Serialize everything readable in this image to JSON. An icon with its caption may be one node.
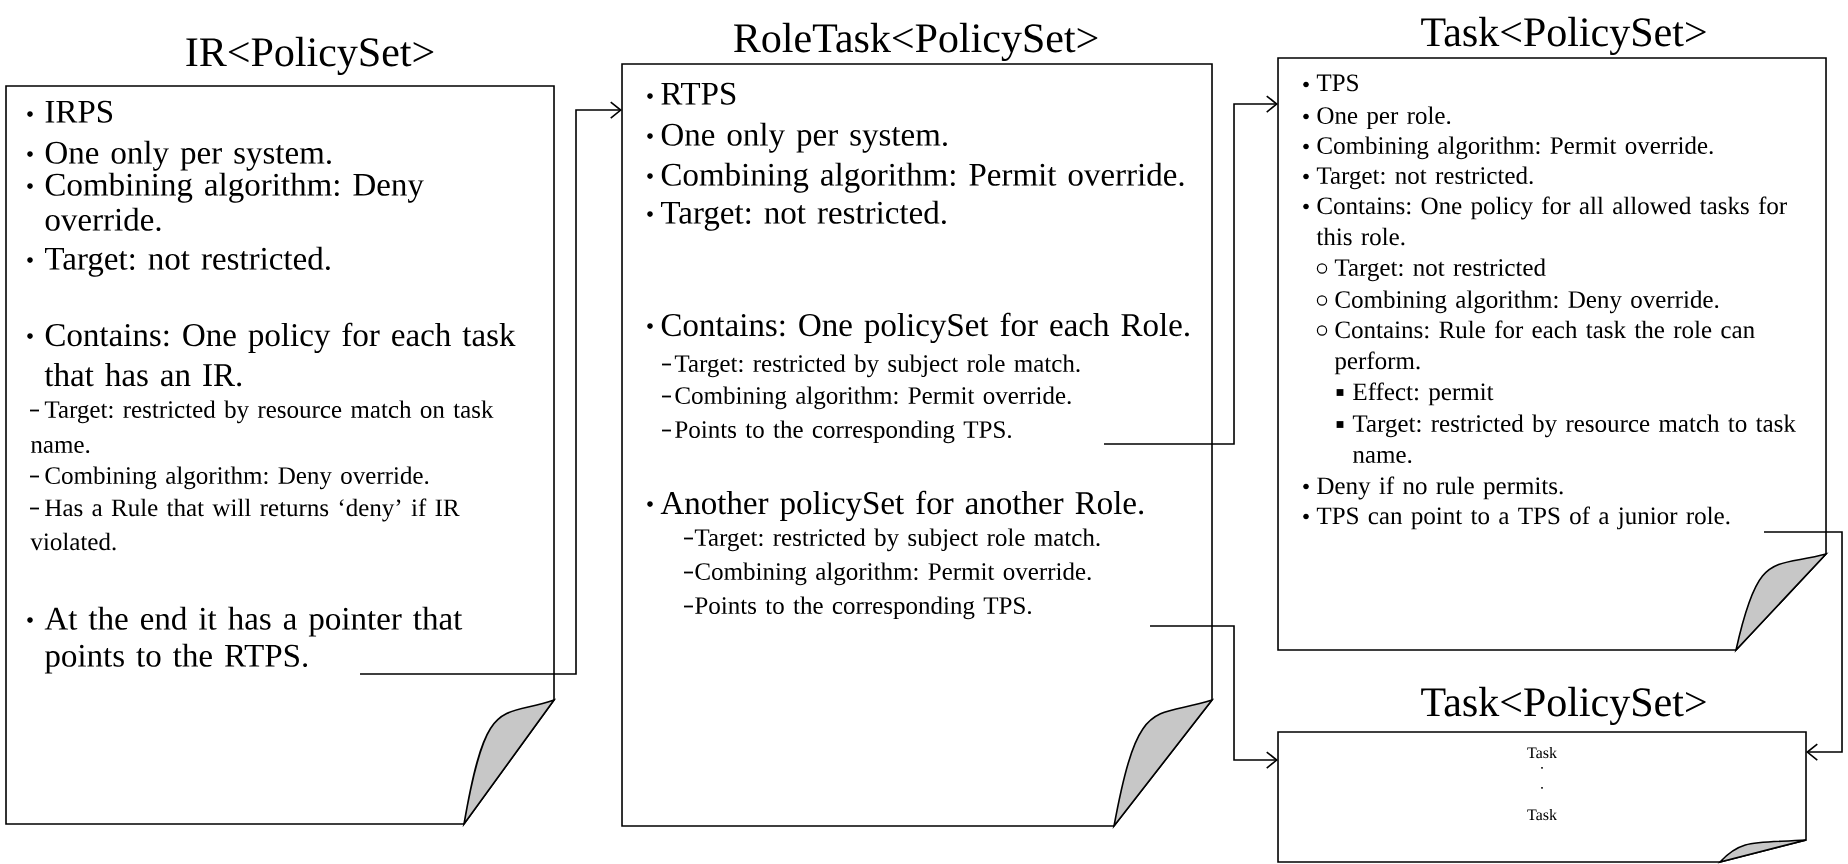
{
  "diagram": {
    "nodes": [
      {
        "text": [
          "IR<PolicySet>",
          "IRPS",
          "One only per system.",
          "Combining algorithm: Deny override.",
          "Target: not restricted.",
          "Contains: One policy for each task that has an IR.",
          "Target: restricted by resource match on task name.",
          "Combining algorithm: Deny override.",
          "Has a Rule that will returns ‘deny’ if IR violated.",
          "At the end it has a pointer that points to the RTPS."
        ]
      },
      {
        "text": [
          "RoleTask<PolicySet>",
          "RTPS",
          "One only per system.",
          "Combining algorithm: Permit override.",
          "Target: not restricted.",
          "Contains: One policySet for each Role.",
          "Target: restricted by subject role match.",
          "Combining algorithm: Permit override.",
          "Points to the corresponding TPS.",
          "Another policySet for another Role.",
          "Target: restricted by subject role match.",
          "Combining algorithm: Permit override.",
          "Points to the corresponding TPS."
        ]
      },
      {
        "text": [
          "Task<PolicySet>",
          "TPS",
          "One per role.",
          "Combining algorithm: Permit override.",
          "Target: not restricted.",
          "Contains: One policy for all allowed tasks for this role.",
          "Target: not restricted",
          "Combining algorithm: Deny override.",
          "Contains: Rule for each task the role can perform.",
          "Effect: permit",
          "Target: restricted by resource match to task name.",
          "Deny if no rule permits.",
          "TPS can point to a TPS of a junior role."
        ]
      },
      {
        "text": [
          "Task<PolicySet>",
          "Task",
          ".",
          ".",
          "Task"
        ]
      }
    ],
    "edges": [
      {
        "from": 0,
        "to": 1,
        "arrow": "to"
      },
      {
        "from": 1,
        "to": 2,
        "arrow": "to"
      },
      {
        "from": 1,
        "to": 3,
        "arrow": "to"
      },
      {
        "from": 2,
        "to": 3,
        "arrow": "to"
      }
    ]
  }
}
